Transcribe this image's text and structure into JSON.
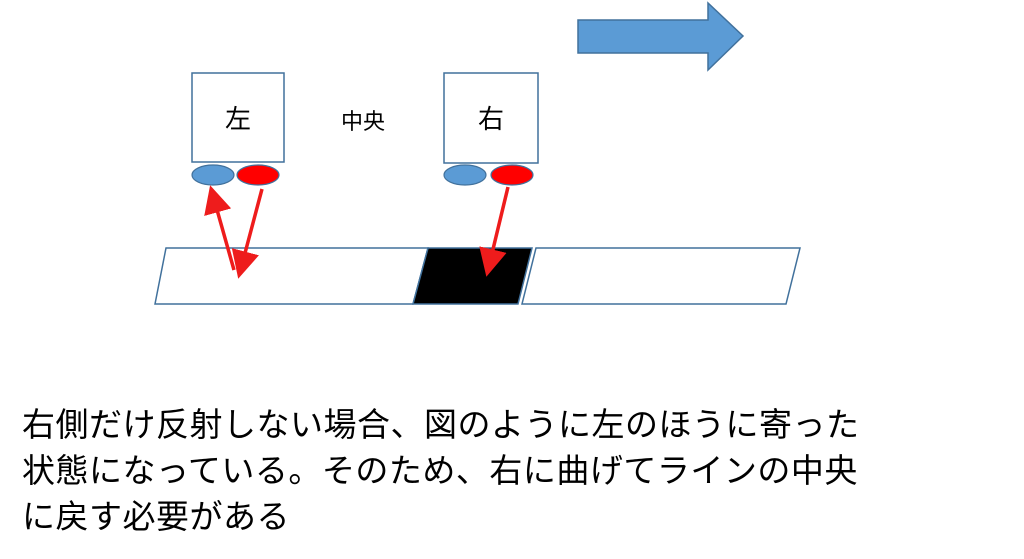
{
  "diagram": {
    "sensor_left_label": "左",
    "center_label": "中央",
    "sensor_right_label": "右"
  },
  "caption": {
    "line1": "右側だけ反射しない場合、図のように左のほうに寄った",
    "line2": "状態になっている。そのため、右に曲げてラインの中央",
    "line3": "に戻す必要がある"
  },
  "colors": {
    "arrow_fill": "#5b9bd5",
    "arrow_stroke": "#41719c",
    "emitter_blue": "#5b9bd5",
    "receiver_red": "#ff0000",
    "ray_red": "#ee1c1c",
    "line_black": "#000000",
    "panel_stroke": "#41719c"
  },
  "icons": {
    "direction": "right-arrow-icon"
  }
}
